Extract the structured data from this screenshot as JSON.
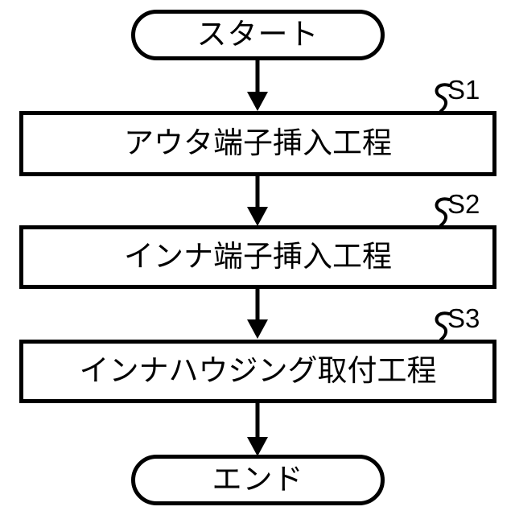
{
  "diagram": {
    "type": "flowchart",
    "orientation": "vertical",
    "language": "ja",
    "colors": {
      "stroke": "#000000",
      "fill": "#ffffff",
      "text": "#000000"
    },
    "nodes": [
      {
        "id": "start",
        "shape": "terminal",
        "label": "スタート"
      },
      {
        "id": "s1",
        "shape": "process",
        "label": "アウタ端子挿入工程",
        "step": "S1"
      },
      {
        "id": "s2",
        "shape": "process",
        "label": "インナ端子挿入工程",
        "step": "S2"
      },
      {
        "id": "s3",
        "shape": "process",
        "label": "インナハウジング取付工程",
        "step": "S3"
      },
      {
        "id": "end",
        "shape": "terminal",
        "label": "エンド"
      }
    ],
    "connectors": [
      {
        "id": "c1",
        "from": "start",
        "to": "s1",
        "arrow": "down"
      },
      {
        "id": "c2",
        "from": "s1",
        "to": "s2",
        "arrow": "down"
      },
      {
        "id": "c3",
        "from": "s2",
        "to": "s3",
        "arrow": "down"
      },
      {
        "id": "c4",
        "from": "s3",
        "to": "end",
        "arrow": "down"
      }
    ]
  }
}
